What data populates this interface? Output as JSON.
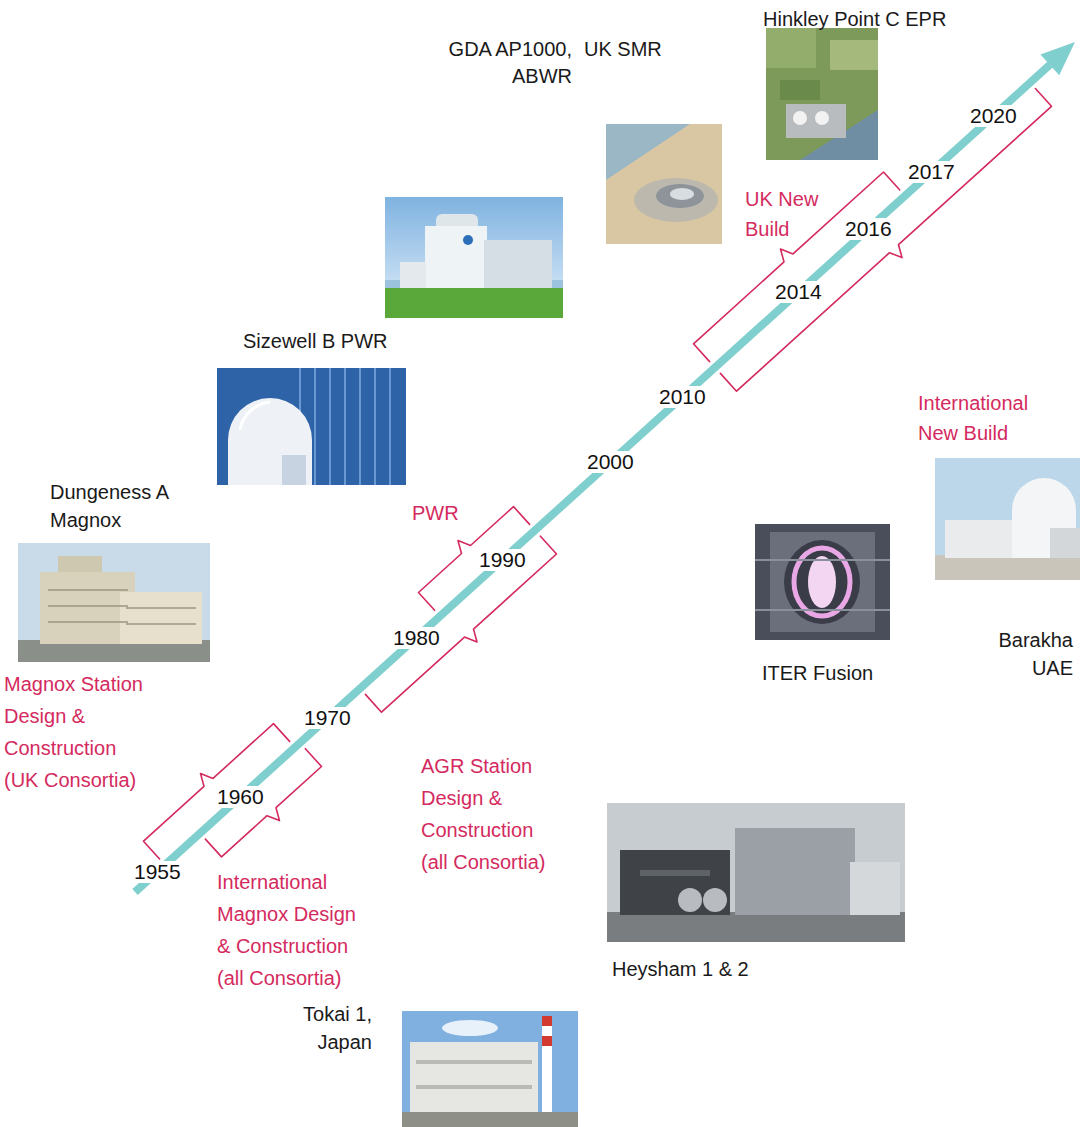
{
  "diagram": {
    "labels": [
      "Hinkley Point C EPR",
      "GDA AP1000, ABWR",
      "UK SMR",
      "UK New Build",
      "2020",
      "2017",
      "2016",
      "2014",
      "International New Build",
      "2010",
      "2000",
      "Sizewell B PWR",
      "PWR",
      "1990",
      "Dungeness A Magnox",
      "1980",
      "Barakha UAE",
      "ITER Fusion",
      "Magnox Station Design & Construction (UK Consortia)",
      "1970",
      "AGR Station Design & Construction (all Consortia)",
      "1960",
      "1955",
      "International Magnox Design & Construction (all Consortia)",
      "Heysham 1 & 2",
      "Tokai 1, Japan"
    ]
  }
}
